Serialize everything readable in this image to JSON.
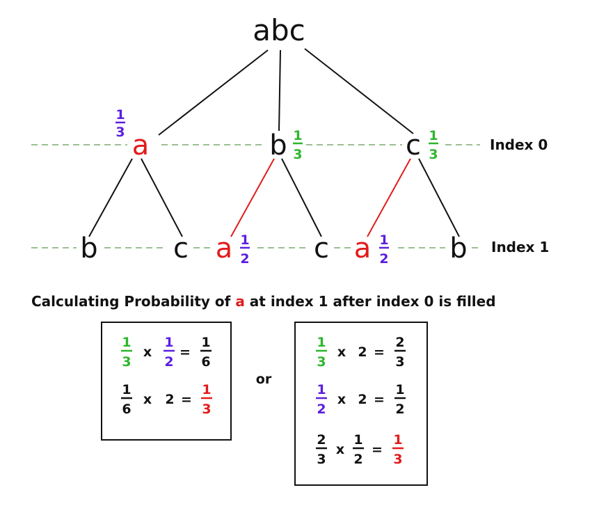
{
  "colors": {
    "text": "#111111",
    "red": "#e21b1b",
    "green": "#2db52d",
    "purple": "#5b1ee0",
    "dashed": "#9bbf92",
    "red_edge": "#e21b1b"
  },
  "tree": {
    "root": "abc",
    "level0": {
      "label": "Index 0",
      "nodes": [
        {
          "letter": "a",
          "prob": {
            "num": "1",
            "den": "3"
          }
        },
        {
          "letter": "b",
          "prob": {
            "num": "1",
            "den": "3"
          }
        },
        {
          "letter": "c",
          "prob": {
            "num": "1",
            "den": "3"
          }
        }
      ]
    },
    "level1": {
      "label": "Index 1",
      "nodes": [
        {
          "letter": "b"
        },
        {
          "letter": "c"
        },
        {
          "letter": "a",
          "prob": {
            "num": "1",
            "den": "2"
          }
        },
        {
          "letter": "c"
        },
        {
          "letter": "a",
          "prob": {
            "num": "1",
            "den": "2"
          }
        },
        {
          "letter": "b"
        }
      ]
    }
  },
  "caption": {
    "before": "Calculating Probability of ",
    "highlight": "a",
    "after": " at index 1 after index 0 is filled"
  },
  "connector": "or",
  "symbols": {
    "times": "x",
    "equals": "=",
    "two": "2"
  }
}
